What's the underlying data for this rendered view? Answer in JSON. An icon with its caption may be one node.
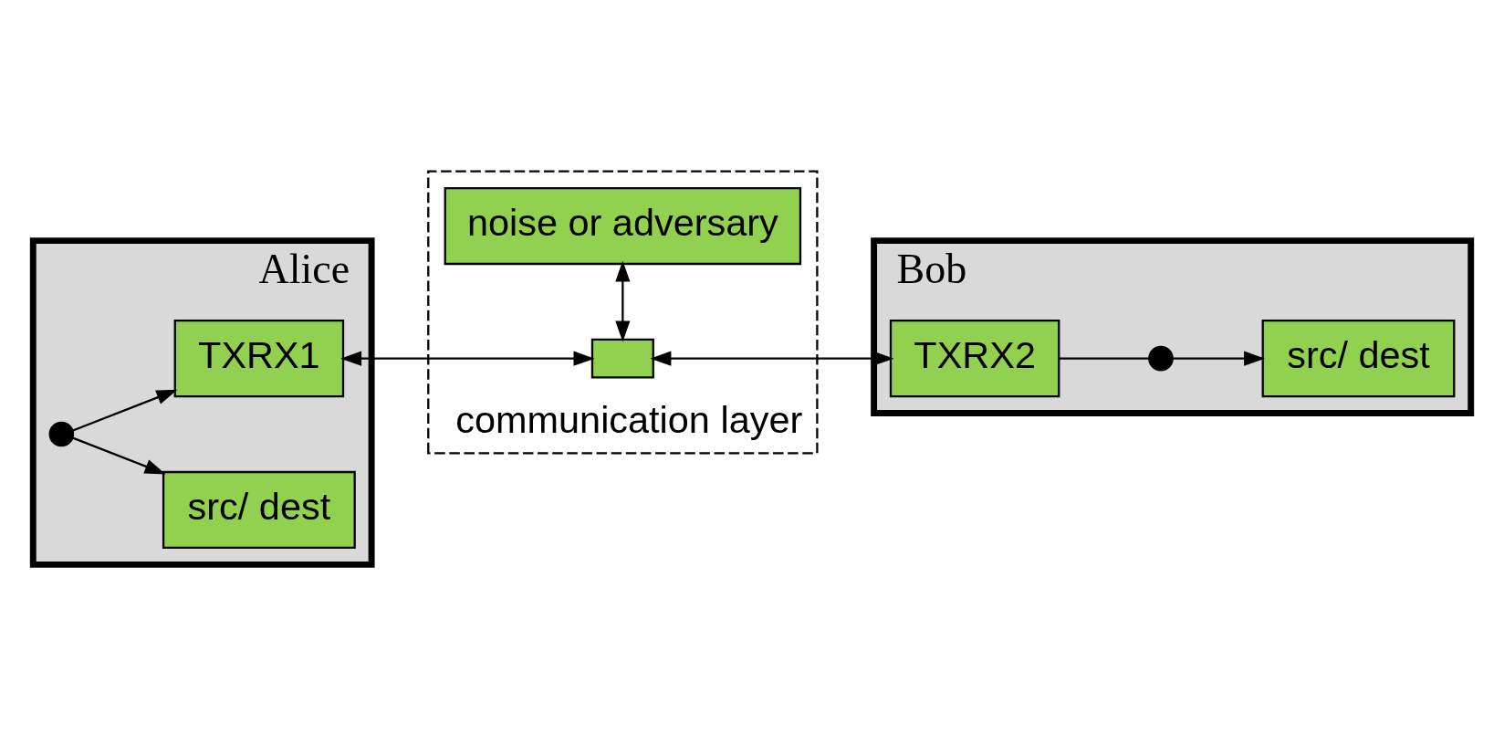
{
  "diagram": {
    "nodes": [
      {
        "text": [
          "Alice"
        ]
      },
      {
        "text": [
          "src/ dest"
        ],
        "in": 0
      },
      {
        "text": [],
        "shape": "circle",
        "in": 0
      },
      {
        "text": [
          "TXRX1"
        ],
        "in": 0
      },
      {
        "text": [
          "Bob"
        ]
      },
      {
        "text": [
          "TXRX2"
        ],
        "in": 4
      },
      {
        "text": [],
        "shape": "circle",
        "in": 4
      },
      {
        "text": [
          "src/ dest"
        ],
        "in": 4
      },
      {
        "text": [
          "communication layer"
        ]
      },
      {
        "text": [],
        "shape": "box",
        "in": 8
      },
      {
        "text": [
          "noise or adversary"
        ],
        "in": 8
      }
    ],
    "edges": [
      {
        "from": 2,
        "to": 1,
        "arrow": "to"
      },
      {
        "from": 2,
        "to": 3,
        "arrow": "to"
      },
      {
        "from": 3,
        "to": 9,
        "arrow": "both"
      },
      {
        "from": 9,
        "to": 5,
        "arrow": "both"
      },
      {
        "from": 9,
        "to": 10,
        "arrow": "both"
      },
      {
        "from": 5,
        "to": 6,
        "arrow": "none"
      },
      {
        "from": 6,
        "to": 7,
        "arrow": "to"
      }
    ]
  }
}
